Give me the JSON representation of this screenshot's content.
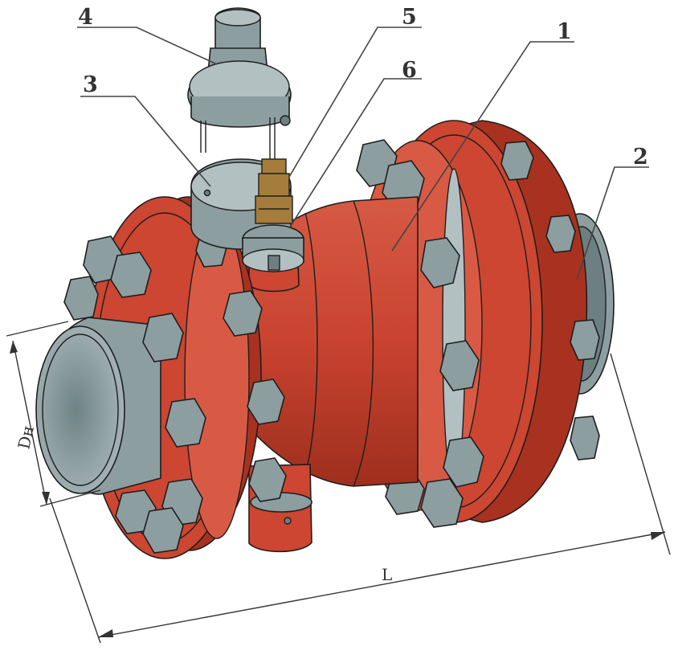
{
  "callouts": {
    "c1": "1",
    "c2": "2",
    "c3": "3",
    "c4": "4",
    "c5": "5",
    "c6": "6"
  },
  "dimensions": {
    "diameter": "Dн",
    "length": "L"
  },
  "colors": {
    "body": "#cc4632",
    "steel": "#8d9ea0",
    "brass": "#a67c3a"
  }
}
